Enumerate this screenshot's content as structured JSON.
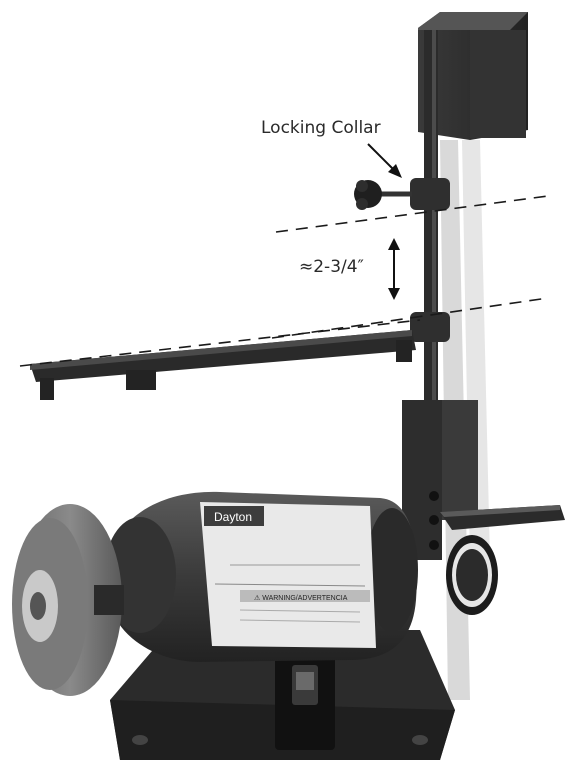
{
  "annotations": {
    "locking_collar": "Locking Collar",
    "distance": "≈2-3/4″"
  },
  "motor_label": {
    "brand": "Dayton",
    "warning": "⚠ WARNING/ADVERTENCIA"
  },
  "colors": {
    "background": "#ffffff",
    "metal_dark": "#2b2b2b",
    "metal_mid": "#4a4a4a",
    "belt": "#d9d9d9",
    "label_text": "#2a2a2a"
  }
}
